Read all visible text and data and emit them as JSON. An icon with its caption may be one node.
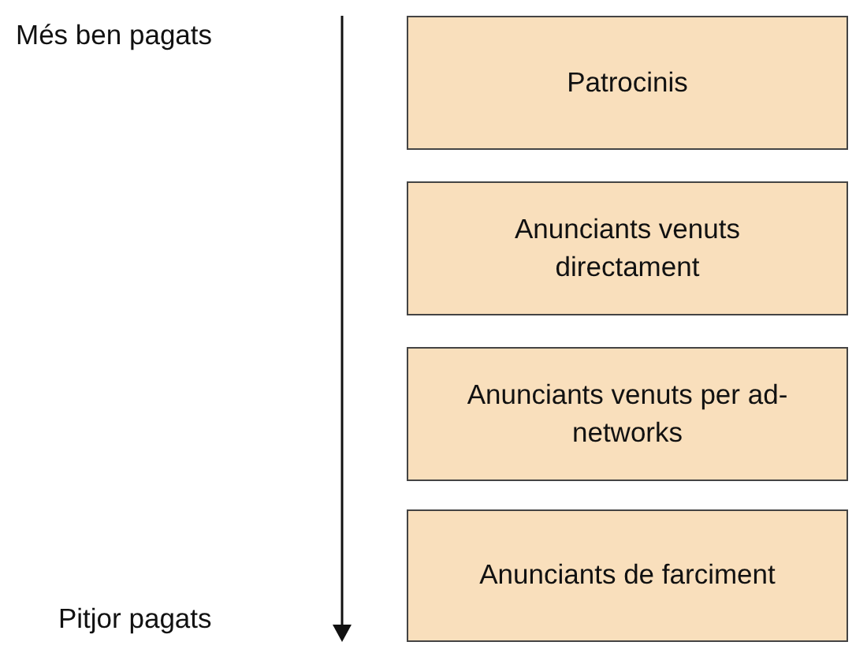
{
  "diagram": {
    "nodes": [
      {
        "text": [
          "Patrocinis"
        ]
      },
      {
        "text": [
          "Anunciants venuts directament"
        ]
      },
      {
        "text": [
          "Anunciants venuts per ad-networks"
        ]
      },
      {
        "text": [
          "Anunciants de farciment"
        ]
      }
    ],
    "labels": [
      "Més ben pagats",
      "Pitjor pagats"
    ]
  }
}
